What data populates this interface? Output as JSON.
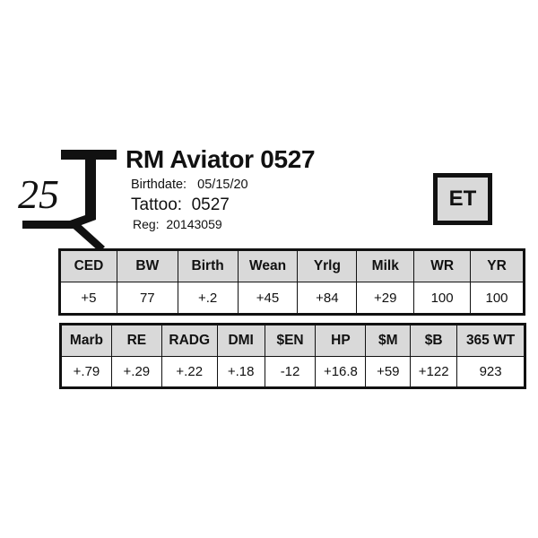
{
  "brand": {
    "number": "25"
  },
  "animal": {
    "name": "RM Aviator 0527",
    "birthdate_label": "Birthdate:",
    "birthdate": "05/15/20",
    "tattoo_label": "Tattoo:",
    "tattoo": "0527",
    "reg_label": "Reg:",
    "reg": "20143059",
    "badge": "ET"
  },
  "table1": {
    "headers": [
      "CED",
      "BW",
      "Birth",
      "Wean",
      "Yrlg",
      "Milk",
      "WR",
      "YR"
    ],
    "values": [
      "+5",
      "77",
      "+.2",
      "+45",
      "+84",
      "+29",
      "100",
      "100"
    ]
  },
  "table2": {
    "headers": [
      "Marb",
      "RE",
      "RADG",
      "DMI",
      "$EN",
      "HP",
      "$M",
      "$B",
      "365 WT"
    ],
    "values": [
      "+.79",
      "+.29",
      "+.22",
      "+.18",
      "-12",
      "+16.8",
      "+59",
      "+122",
      "923"
    ]
  }
}
